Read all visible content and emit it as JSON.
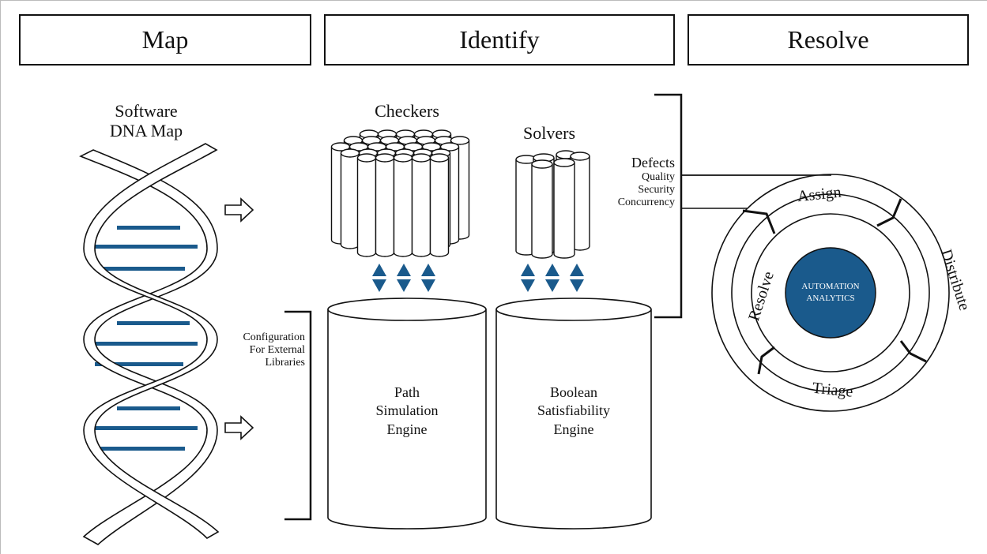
{
  "headers": {
    "map": "Map",
    "identify": "Identify",
    "resolve": "Resolve"
  },
  "dna": {
    "title_line1": "Software",
    "title_line2": "DNA Map"
  },
  "checkers": {
    "title": "Checkers"
  },
  "solvers": {
    "title": "Solvers"
  },
  "config": {
    "line1": "Configuration",
    "line2": "For External",
    "line3": "Libraries"
  },
  "path_engine": {
    "line1": "Path",
    "line2": "Simulation",
    "line3": "Engine"
  },
  "sat_engine": {
    "line1": "Boolean",
    "line2": "Satisfiability",
    "line3": "Engine"
  },
  "defects": {
    "title": "Defects",
    "items": [
      "Quality",
      "Security",
      "Concurrency"
    ]
  },
  "cycle": {
    "center_line1": "AUTOMATION",
    "center_line2": "ANALYTICS",
    "segments": [
      "Assign",
      "Distribute",
      "Triage",
      "Resolve"
    ]
  },
  "colors": {
    "accent": "#1a5a8c",
    "ink": "#111111",
    "rung": "#1a5a8c"
  }
}
